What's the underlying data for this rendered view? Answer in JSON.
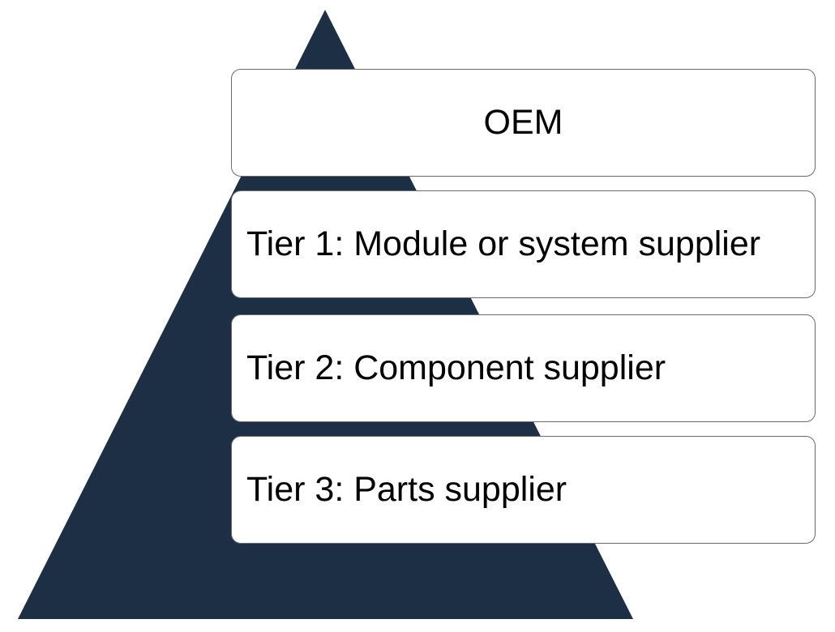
{
  "diagram": {
    "pyramid_color": "#1c2f44",
    "levels": [
      {
        "label": "OEM"
      },
      {
        "label": "Tier 1: Module or system supplier"
      },
      {
        "label": "Tier 2: Component supplier"
      },
      {
        "label": "Tier 3: Parts supplier"
      }
    ]
  }
}
